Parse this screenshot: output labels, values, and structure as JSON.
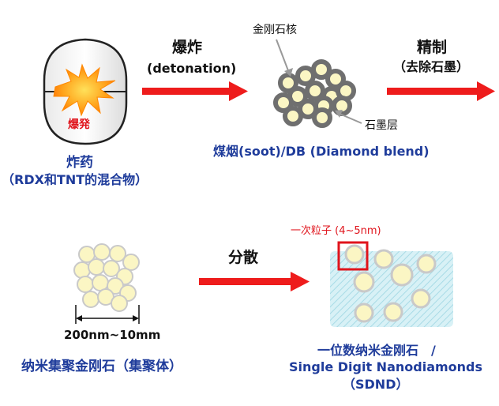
{
  "labels": {
    "explosion_badge": "爆発",
    "explosive_name": "炸药",
    "explosive_desc": "（RDX和TNT的混合物）",
    "detonation_cn": "爆炸",
    "detonation_en": "(detonation)",
    "diamond_core": "金刚石核",
    "graphite_layer": "石墨层",
    "soot_caption": "煤烟(soot)/DB (Diamond blend)",
    "refine_cn": "精制",
    "refine_desc": "（去除石墨）",
    "size_range": "200nm~10mm",
    "aggregate_caption": "纳米集聚金刚石（集聚体）",
    "disperse_cn": "分散",
    "primary_particle": "一次粒子 (4~5nm)",
    "sdnd_line1": "一位数纳米金刚石　/",
    "sdnd_line2": "Single Digit Nanodiamonds",
    "sdnd_line3": "（SDND）"
  },
  "colors": {
    "caption_blue": "#1f3c9b",
    "arrow_red": "#ee1c1c",
    "highlight_red": "#e0141c",
    "particle_fill": "#fbf6c4",
    "core_gray": "#6f6f6f",
    "solution_cyan": "#bfe7ef"
  }
}
